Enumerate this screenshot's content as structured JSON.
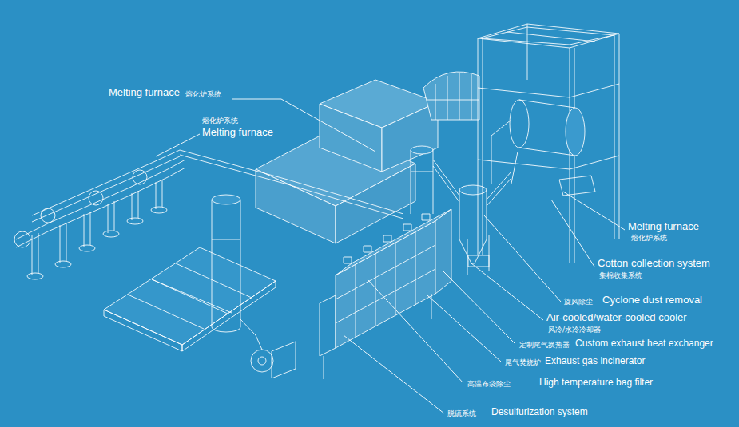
{
  "diagram": {
    "labels": [
      "Melting furnace",
      "熔化炉系统",
      "熔化炉系统",
      "Melting furnace",
      "Melting furnace",
      "熔化炉系统",
      "Cotton collection system",
      "集棉收集系统",
      "旋风除尘",
      "Cyclone dust removal",
      "Air-cooled/water-cooled cooler",
      "风冷/水冷冷却器",
      "定制尾气换热器",
      "Custom exhaust heat exchanger",
      "尾气焚烧炉",
      "Exhaust gas incinerator",
      "高温布袋除尘",
      "High temperature bag filter",
      "脱硫系统",
      "Desulfurization system"
    ]
  }
}
